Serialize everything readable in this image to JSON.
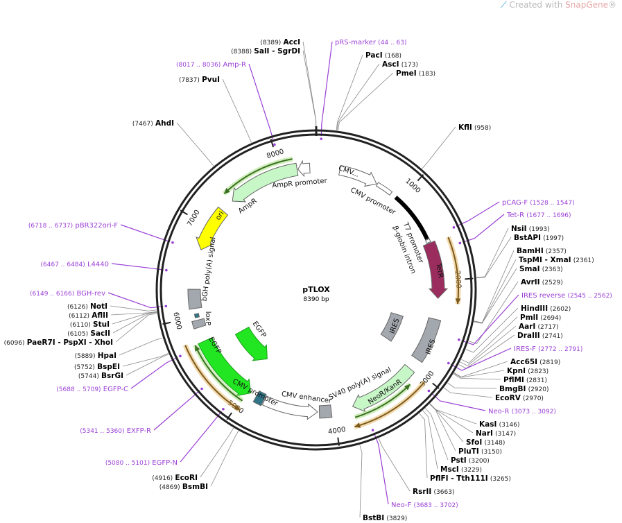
{
  "watermark": {
    "prefix": "Created with ",
    "brand": "SnapGene",
    "suffix": "®",
    "icon": "snapgene-logo-icon"
  },
  "plasmid": {
    "name": "pTLOX",
    "length_label": "8390 bp",
    "length_bp": 8390
  },
  "ticks": [
    "1000",
    "2000",
    "3000",
    "4000",
    "5000",
    "6000",
    "7000",
    "8000"
  ],
  "sites": [
    {
      "kind": "enzyme",
      "name": "AccI",
      "pos": "8389"
    },
    {
      "kind": "enzyme",
      "name": "SalI  - SgrDI",
      "pos": "8388"
    },
    {
      "kind": "primer",
      "name": "pRS-marker",
      "pos": "44 .. 63"
    },
    {
      "kind": "enzyme",
      "name": "PacI",
      "pos": "168"
    },
    {
      "kind": "enzyme",
      "name": "AscI",
      "pos": "173"
    },
    {
      "kind": "enzyme",
      "name": "PmeI",
      "pos": "183"
    },
    {
      "kind": "primer",
      "name": "Amp-R",
      "pos": "8017 .. 8036"
    },
    {
      "kind": "enzyme",
      "name": "PvuI",
      "pos": "7837"
    },
    {
      "kind": "enzyme",
      "name": "AhdI",
      "pos": "7467"
    },
    {
      "kind": "enzyme",
      "name": "KflI",
      "pos": "958"
    },
    {
      "kind": "primer",
      "name": "pCAG-F",
      "pos": "1528 .. 1547"
    },
    {
      "kind": "primer",
      "name": "Tet-R",
      "pos": "1677 .. 1696"
    },
    {
      "kind": "enzyme",
      "name": "NsiI",
      "pos": "1993"
    },
    {
      "kind": "enzyme",
      "name": "BstAPI",
      "pos": "1997"
    },
    {
      "kind": "enzyme",
      "name": "BamHI",
      "pos": "2357"
    },
    {
      "kind": "enzyme",
      "name": "TspMI  - XmaI",
      "pos": "2361"
    },
    {
      "kind": "enzyme",
      "name": "SmaI",
      "pos": "2363"
    },
    {
      "kind": "enzyme",
      "name": "AvrII",
      "pos": "2529"
    },
    {
      "kind": "primer",
      "name": "IRES reverse",
      "pos": "2545 .. 2562"
    },
    {
      "kind": "enzyme",
      "name": "HindIII",
      "pos": "2602"
    },
    {
      "kind": "enzyme",
      "name": "PmlI",
      "pos": "2694"
    },
    {
      "kind": "enzyme",
      "name": "AarI",
      "pos": "2717"
    },
    {
      "kind": "enzyme",
      "name": "DraIII",
      "pos": "2741"
    },
    {
      "kind": "primer",
      "name": "IRES-F",
      "pos": "2772 .. 2791"
    },
    {
      "kind": "enzyme",
      "name": "Acc65I",
      "pos": "2819"
    },
    {
      "kind": "enzyme",
      "name": "KpnI",
      "pos": "2823"
    },
    {
      "kind": "enzyme",
      "name": "PflMI",
      "pos": "2831"
    },
    {
      "kind": "enzyme",
      "name": "BmgBI",
      "pos": "2920"
    },
    {
      "kind": "enzyme",
      "name": "EcoRV",
      "pos": "2970"
    },
    {
      "kind": "primer",
      "name": "Neo-R",
      "pos": "3073 .. 3092"
    },
    {
      "kind": "enzyme",
      "name": "KasI",
      "pos": "3146"
    },
    {
      "kind": "enzyme",
      "name": "NarI",
      "pos": "3147"
    },
    {
      "kind": "enzyme",
      "name": "SfoI",
      "pos": "3148"
    },
    {
      "kind": "enzyme",
      "name": "PluTI",
      "pos": "3150"
    },
    {
      "kind": "enzyme",
      "name": "PstI",
      "pos": "3200"
    },
    {
      "kind": "enzyme",
      "name": "MscI",
      "pos": "3229"
    },
    {
      "kind": "enzyme",
      "name": "PflFI  - Tth111I",
      "pos": "3265"
    },
    {
      "kind": "enzyme",
      "name": "RsrII",
      "pos": "3663"
    },
    {
      "kind": "primer",
      "name": "Neo-F",
      "pos": "3683 .. 3702"
    },
    {
      "kind": "enzyme",
      "name": "BstBI",
      "pos": "3829"
    },
    {
      "kind": "primer",
      "name": "pBR322ori-F",
      "pos": "6718 .. 6737"
    },
    {
      "kind": "primer",
      "name": "L4440",
      "pos": "6467 .. 6484"
    },
    {
      "kind": "primer",
      "name": "BGH-rev",
      "pos": "6149 .. 6166"
    },
    {
      "kind": "enzyme",
      "name": "NotI",
      "pos": "6126"
    },
    {
      "kind": "enzyme",
      "name": "AflII",
      "pos": "6112"
    },
    {
      "kind": "enzyme",
      "name": "StuI",
      "pos": "6110"
    },
    {
      "kind": "enzyme",
      "name": "SacII",
      "pos": "6105"
    },
    {
      "kind": "enzyme",
      "name": "PaeR7I  - PspXI  - XhoI",
      "pos": "6096"
    },
    {
      "kind": "enzyme",
      "name": "HpaI",
      "pos": "5889"
    },
    {
      "kind": "enzyme",
      "name": "BspEI",
      "pos": "5752"
    },
    {
      "kind": "enzyme",
      "name": "BsrGI",
      "pos": "5744"
    },
    {
      "kind": "primer",
      "name": "EGFP-C",
      "pos": "5688 .. 5709"
    },
    {
      "kind": "primer",
      "name": "EXFP-R",
      "pos": "5341 .. 5360"
    },
    {
      "kind": "primer",
      "name": "EGFP-N",
      "pos": "5080 .. 5101"
    },
    {
      "kind": "enzyme",
      "name": "EcoRI",
      "pos": "4916"
    },
    {
      "kind": "enzyme",
      "name": "BsmBI",
      "pos": "4869"
    }
  ],
  "features": [
    {
      "label": "CMV...",
      "start": 260,
      "end": 690,
      "type": "open-arrow",
      "dir": "cw",
      "track": "mid",
      "color": "#ffffff"
    },
    {
      "label": "CMV promoter",
      "start": 700,
      "end": 880,
      "type": "thin",
      "dir": "cw",
      "track": "mid",
      "color": "#ffffff"
    },
    {
      "label": "β-globin intron",
      "start": 950,
      "end": 1520,
      "type": "bar",
      "dir": "none",
      "track": "mid",
      "color": "#000000"
    },
    {
      "label": "T7 promoter",
      "start": 1530,
      "end": 1565,
      "type": "thin",
      "dir": "cw",
      "track": "mid",
      "color": "#ffffff"
    },
    {
      "label": "TetR",
      "start": 1575,
      "end": 2190,
      "type": "arrow",
      "dir": "cw",
      "track": "mid",
      "color": "#9b2d5e"
    },
    {
      "label": "",
      "start": 1590,
      "end": 2230,
      "type": "orf",
      "dir": "cw",
      "track": "outer",
      "color": "#e9b968"
    },
    {
      "label": "IRES",
      "start": 2420,
      "end": 2900,
      "type": "box",
      "dir": "none",
      "track": "mid",
      "color": "#a3a7ae"
    },
    {
      "label": "IRES",
      "start": 2490,
      "end": 2900,
      "type": "box",
      "dir": "none",
      "track": "inner",
      "color": "#a3a7ae"
    },
    {
      "label": "NeoR/KanR",
      "start": 3030,
      "end": 3790,
      "type": "arrow",
      "dir": "cw",
      "track": "mid",
      "color": "#c7f6c7"
    },
    {
      "label": "",
      "start": 3040,
      "end": 3830,
      "type": "orf",
      "dir": "cw",
      "track": "outer",
      "color": "#e9b968"
    },
    {
      "label": "",
      "start": 3150,
      "end": 3800,
      "type": "orf",
      "dir": "ccw",
      "track": "midout",
      "color": "#a4e07f"
    },
    {
      "label": "SV40 poly(A) signal",
      "start": 4030,
      "end": 4160,
      "type": "box",
      "dir": "none",
      "track": "mid",
      "color": "#a3a7ae"
    },
    {
      "label": "CMV enhancer",
      "start": 4180,
      "end": 4780,
      "type": "open-arrow",
      "dir": "ccw",
      "track": "mid",
      "color": "#ffffff"
    },
    {
      "label": "CMV promoter",
      "start": 4790,
      "end": 4880,
      "type": "box",
      "dir": "none",
      "track": "mid",
      "color": "#2f7487"
    },
    {
      "label": "EGFP",
      "start": 4950,
      "end": 5720,
      "type": "arrow",
      "dir": "ccw",
      "track": "mid",
      "color": "#22e622"
    },
    {
      "label": "EGFP",
      "start": 5020,
      "end": 5620,
      "type": "arrow",
      "dir": "ccw",
      "track": "inner",
      "color": "#22e622"
    },
    {
      "label": "",
      "start": 4950,
      "end": 5760,
      "type": "orf",
      "dir": "ccw",
      "track": "outer",
      "color": "#e9b968"
    },
    {
      "label": "",
      "start": 4980,
      "end": 5720,
      "type": "orf",
      "dir": "cw",
      "track": "midout",
      "color": "#a4e07f"
    },
    {
      "label": "",
      "start": 5880,
      "end": 5960,
      "type": "box",
      "dir": "none",
      "track": "mid",
      "color": "#a3a7ae"
    },
    {
      "label": "loxP",
      "start": 5990,
      "end": 6030,
      "type": "thin",
      "dir": "cw",
      "track": "mid",
      "color": "#2f7487"
    },
    {
      "label": "bGH poly(A) signal",
      "start": 6090,
      "end": 6300,
      "type": "box",
      "dir": "none",
      "track": "mid",
      "color": "#a3a7ae"
    },
    {
      "label": "ori",
      "start": 6740,
      "end": 7230,
      "type": "arrow",
      "dir": "ccw",
      "track": "mid",
      "color": "#ffff00"
    },
    {
      "label": "AmpR",
      "start": 7380,
      "end": 8180,
      "type": "arrow",
      "dir": "ccw",
      "track": "mid",
      "color": "#c7f6c7"
    },
    {
      "label": "",
      "start": 7370,
      "end": 8150,
      "type": "orf",
      "dir": "ccw",
      "track": "midout",
      "color": "#a4e07f"
    },
    {
      "label": "AmpR promoter",
      "start": 8190,
      "end": 8320,
      "type": "open-arrow",
      "dir": "ccw",
      "track": "mid",
      "color": "#ffffff"
    }
  ]
}
